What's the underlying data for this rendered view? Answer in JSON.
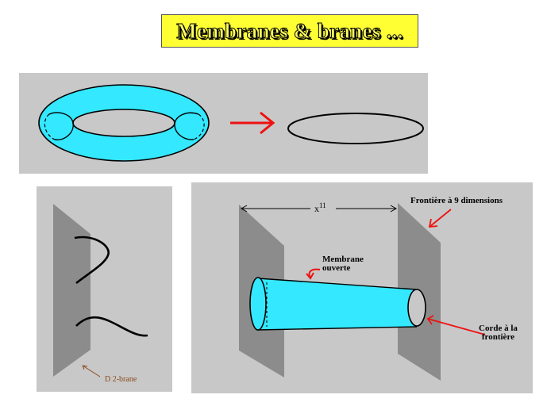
{
  "title": "Membranes & branes ...",
  "labels": {
    "boundary_9d": "Frontière à 9 dimensions",
    "open_membrane_line1": "Membrane",
    "open_membrane_line2": "ouverte",
    "string_line1": "Corde à la",
    "string_line2": "frontière",
    "x_base": "x",
    "x_sup": "11",
    "d2brane": "D 2-brane"
  },
  "colors": {
    "panel_bg": "#c8c8c8",
    "title_bg": "#ffff33",
    "cyan": "#33e8ff",
    "brane_gray": "#8c8c8c",
    "arrow_red": "#ee1111"
  }
}
